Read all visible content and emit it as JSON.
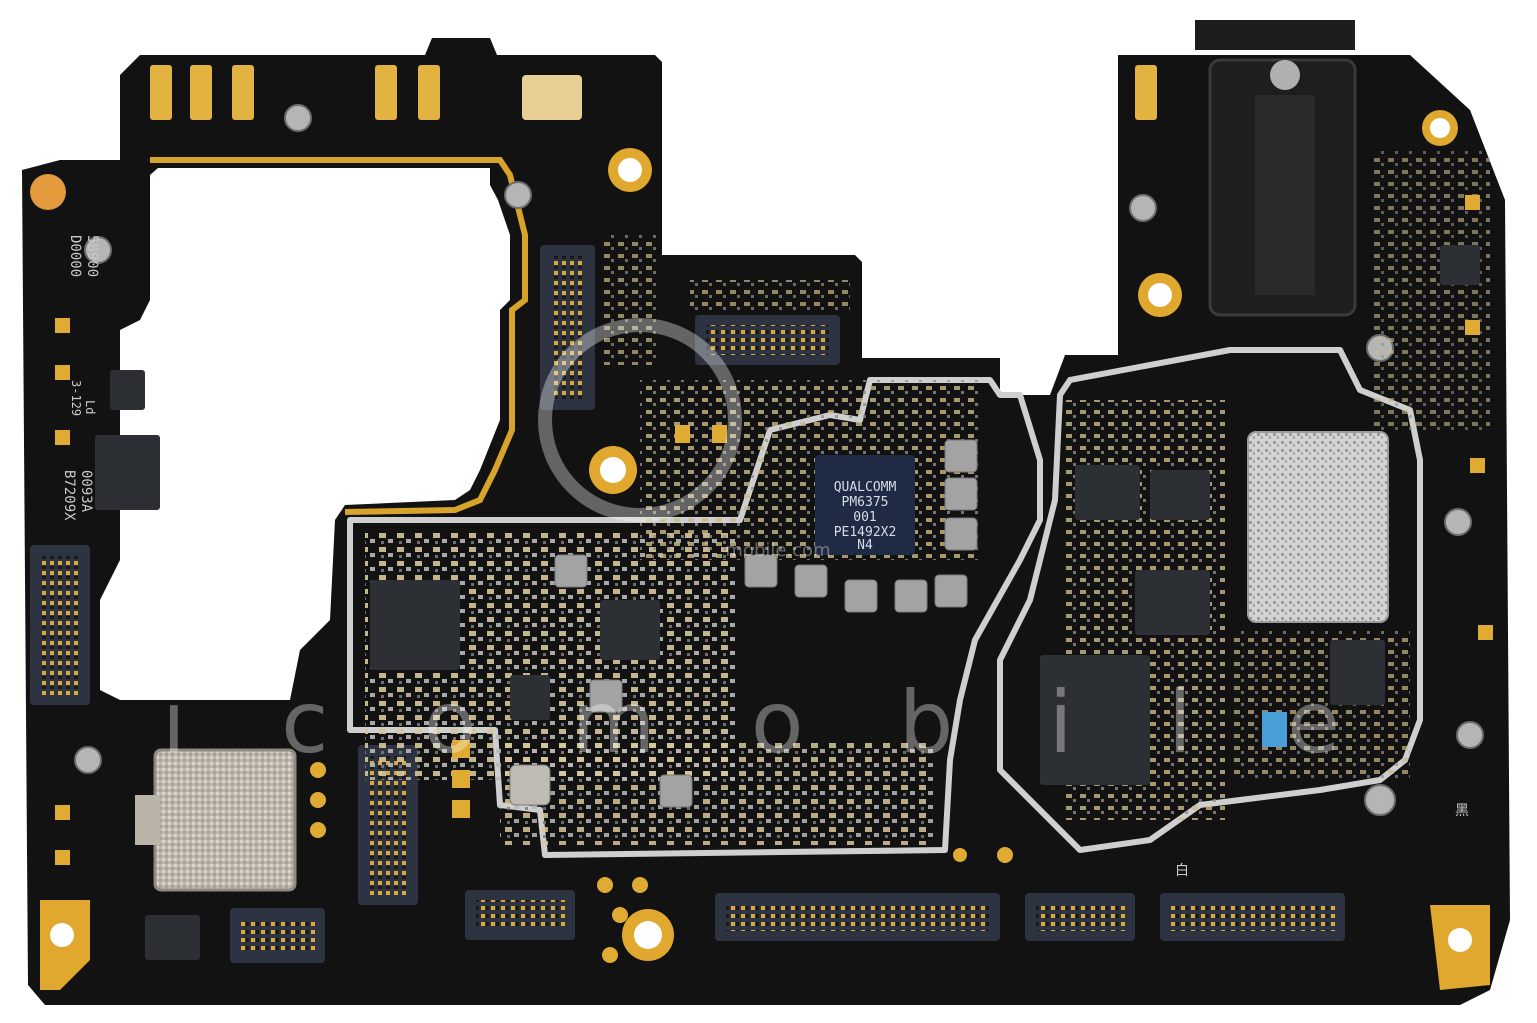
{
  "chip": {
    "line1": "QUALCOMM",
    "line2": "PM6375",
    "line3": "001",
    "line4": "PE1492X2",
    "line5": "N4"
  },
  "silkscreen": {
    "code_a": "58900",
    "code_b": "D0000",
    "marker_a": "Ld",
    "marker_b": "3-129",
    "code_c": "B7209X",
    "code_d": "0093A",
    "corner_mark": "白",
    "right_mark": "黑"
  },
  "watermark": {
    "brand": "mobile.com",
    "big_text": "i c o m o b i l e"
  },
  "colors": {
    "board": "#121212",
    "gold": "#e0a82e",
    "shield": "#c8c8c8",
    "chip": "#1f2a44"
  }
}
